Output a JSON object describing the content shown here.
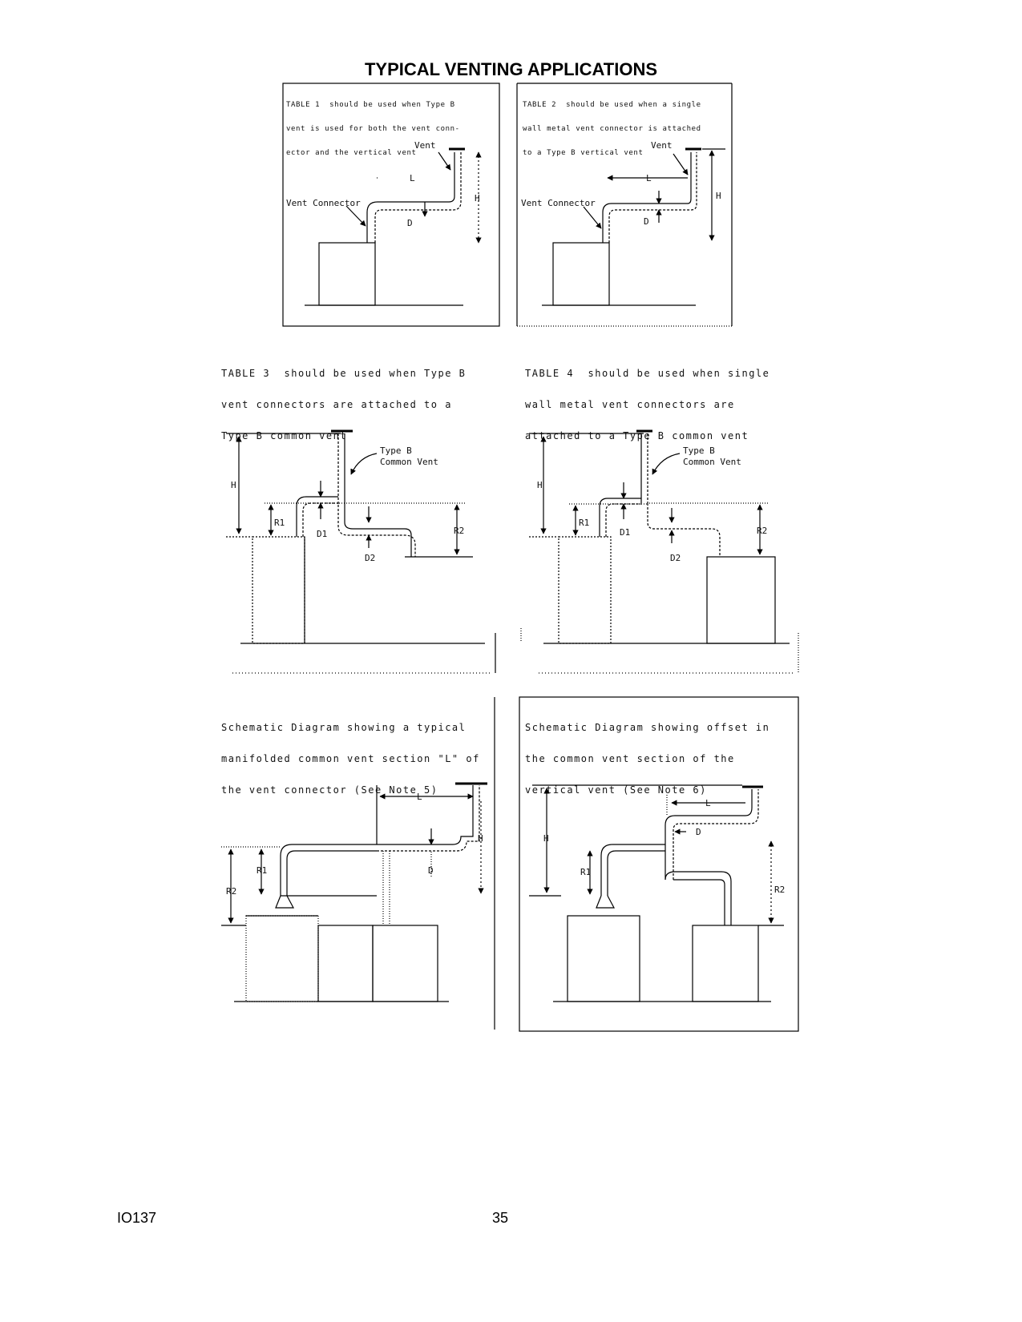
{
  "page": {
    "title": "TYPICAL VENTING APPLICATIONS",
    "doc_code": "IO137",
    "page_number": "35"
  },
  "panels": {
    "table1": {
      "caption": [
        "TABLE 1  should be used when Type B",
        "vent is used for both the vent conn-",
        "ector and the vertical vent"
      ],
      "labels": {
        "vent": "Vent",
        "vent_connector": "Vent Connector",
        "l": "L",
        "h": "H",
        "d": "D"
      }
    },
    "table2": {
      "caption": [
        "TABLE 2  should be used when a single",
        "wall metal vent connector is attached",
        "to a Type B vertical vent"
      ],
      "labels": {
        "vent": "Vent",
        "vent_connector": "Vent Connector",
        "l": "L",
        "h": "H",
        "d": "D"
      }
    },
    "table3": {
      "caption": [
        "TABLE 3  should be used when Type B",
        "vent connectors are attached to a",
        "Type B common vent"
      ],
      "labels": {
        "common_vent": [
          "Type B",
          "Common Vent"
        ],
        "h": "H",
        "r1": "R1",
        "d1": "D1",
        "r2": "R2",
        "d2": "D2"
      }
    },
    "table4": {
      "caption": [
        "TABLE 4  should be used when single",
        "wall metal vent connectors are",
        "attached to a Type B common vent"
      ],
      "labels": {
        "common_vent": [
          "Type B",
          "Common Vent"
        ],
        "h": "H",
        "r1": "R1",
        "d1": "D1",
        "r2": "R2",
        "d2": "D2"
      }
    },
    "schematic1": {
      "caption": [
        "Schematic Diagram showing a typical",
        "manifolded common vent section \"L\" of",
        "the vent connector (See Note 5)"
      ],
      "labels": {
        "l": "L",
        "h": "H",
        "d": "D",
        "r1": "R1",
        "r2": "R2"
      }
    },
    "schematic2": {
      "caption": [
        "Schematic Diagram showing offset in",
        "the common vent section of the",
        "vertical vent (See Note 6)"
      ],
      "labels": {
        "l": "L",
        "h": "H",
        "d": "D",
        "r1": "R1",
        "r2": "R2"
      }
    }
  }
}
